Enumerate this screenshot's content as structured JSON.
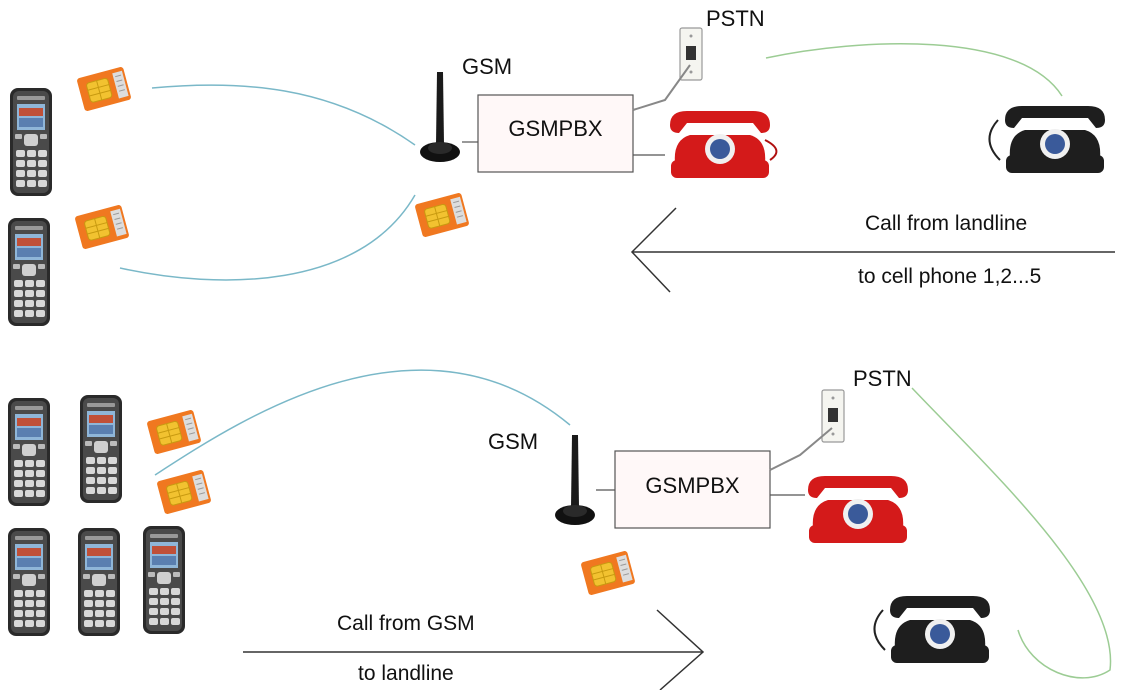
{
  "top": {
    "gsm_label": "GSM",
    "pbx_label": "GSMPBX",
    "pstn_label": "PSTN",
    "arrow_caption_1": "Call from landline",
    "arrow_caption_2": "to cell phone 1,2...5"
  },
  "bottom": {
    "gsm_label": "GSM",
    "pbx_label": "GSMPBX",
    "pstn_label": "PSTN",
    "arrow_caption_1": "Call from GSM",
    "arrow_caption_2": "to landline"
  },
  "colors": {
    "wireless_link": "#7ab8c8",
    "landline_link": "#9ccc94",
    "desk_phone_red": "#d41a1a",
    "desk_phone_black": "#1e1e1e",
    "sim_card": "#f07820",
    "sim_chip": "#f2c230"
  },
  "icons": [
    "cell-phone-icon",
    "sim-card-icon",
    "antenna-icon",
    "wall-jack-icon",
    "red-desk-phone-icon",
    "black-desk-phone-icon"
  ]
}
